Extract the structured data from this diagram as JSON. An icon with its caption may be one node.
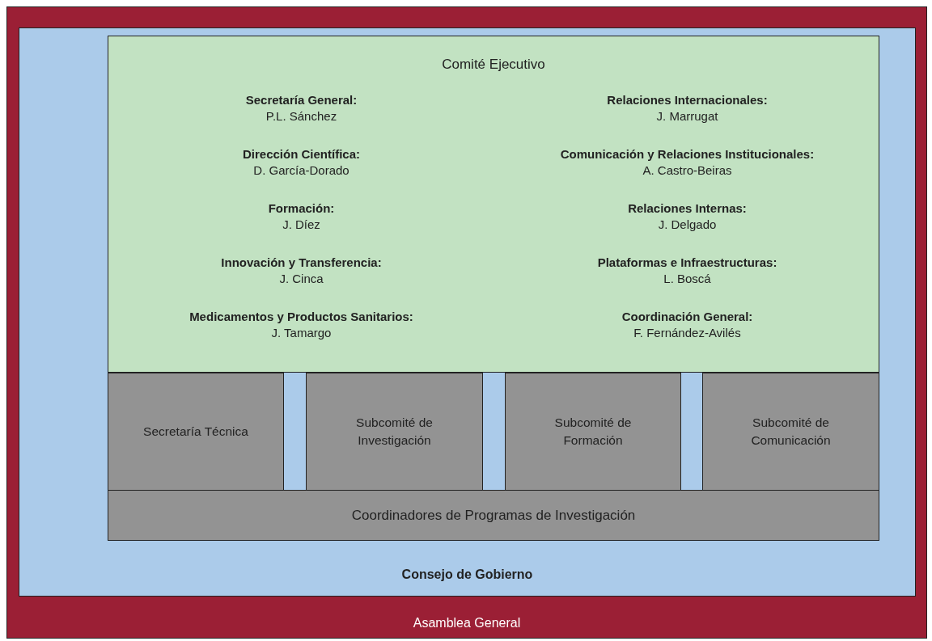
{
  "diagram": {
    "nodes": [
      {
        "text": [
          "Asamblea General"
        ]
      },
      {
        "text": [
          "Consejo de Gobierno"
        ],
        "in": 0
      },
      {
        "text": [
          "Comité Ejecutivo",
          "Secretaría General:",
          "P.L. Sánchez",
          "Relaciones Internacionales:",
          "J. Marrugat",
          "Dirección Científica:",
          "D. García-Dorado",
          "Comunicación y Relaciones Institucionales:",
          "A. Castro-Beiras",
          "Formación:",
          "J. Díez",
          "Relaciones Internas:",
          "J. Delgado",
          "Innovación y Transferencia:",
          "J. Cinca",
          "Plataformas e Infraestructuras:",
          "L. Boscá",
          "Medicamentos y Productos Sanitarios:",
          "J. Tamargo",
          "Coordinación General:",
          "F. Fernández-Avilés"
        ],
        "in": 1
      },
      {
        "text": [
          "Secretaría Técnica"
        ],
        "in": 1
      },
      {
        "text": [
          "Subcomité de Investigación"
        ],
        "in": 1
      },
      {
        "text": [
          "Subcomité de Formación"
        ],
        "in": 1
      },
      {
        "text": [
          "Subcomité de Comunicación"
        ],
        "in": 1
      },
      {
        "text": [
          "Coordinadores de Programas de Investigación"
        ],
        "in": 1
      }
    ]
  }
}
